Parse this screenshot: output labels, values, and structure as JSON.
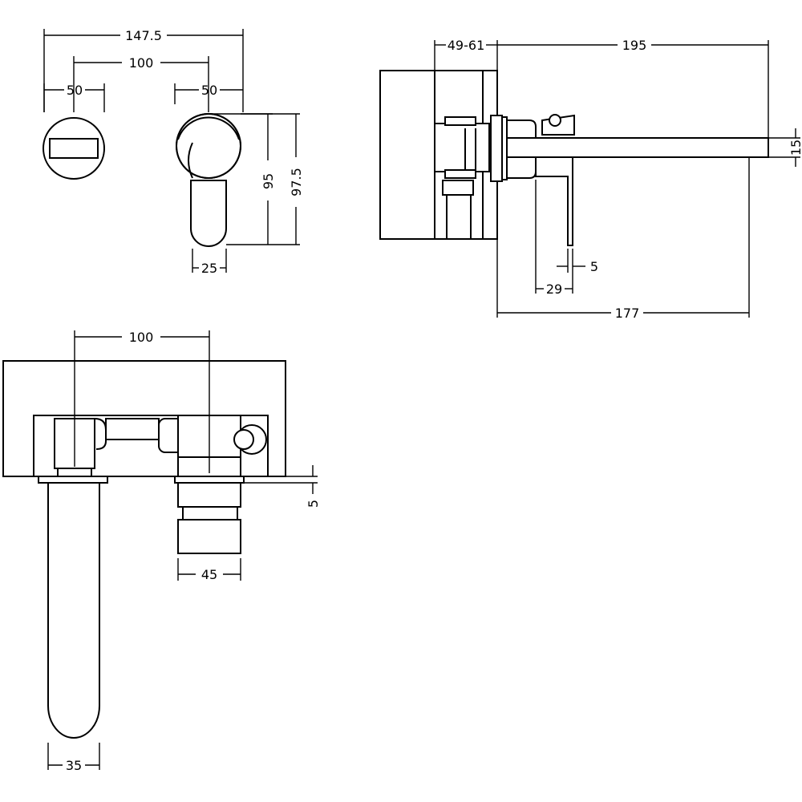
{
  "front_view": {
    "dims": {
      "overall_width": "147.5",
      "centres": "100",
      "left_plate": "50",
      "right_plate": "50",
      "height": "95",
      "plate_height": "97.5",
      "lever_width": "25"
    }
  },
  "side_view": {
    "dims": {
      "wall_depth": "49-61",
      "projection": "195",
      "spout_thickness": "15",
      "plate_gap": "5",
      "lever_depth": "29",
      "spout_reach": "177"
    }
  },
  "top_view": {
    "dims": {
      "centres": "100",
      "plate_thickness": "5",
      "cartridge_width": "45",
      "spout_width": "35"
    }
  }
}
